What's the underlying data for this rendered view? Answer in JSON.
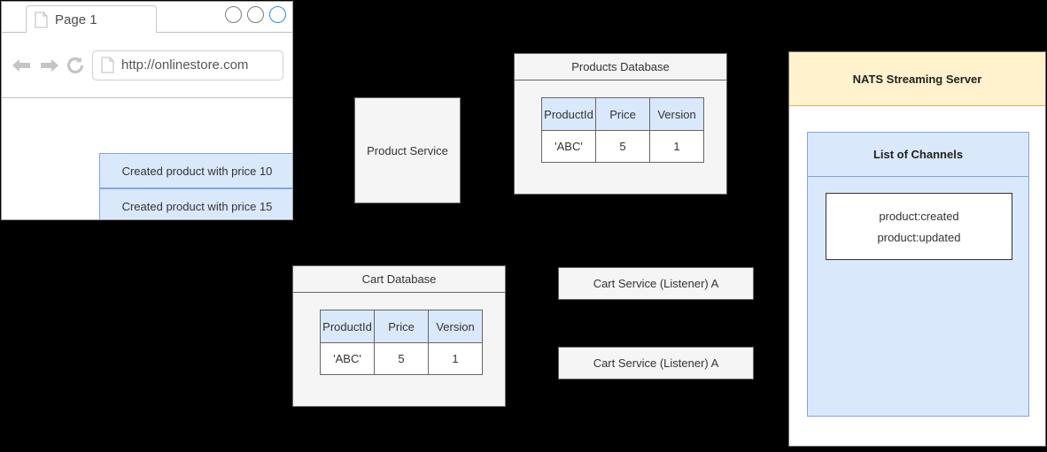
{
  "browser": {
    "tab": {
      "label": "Page 1",
      "icon": "document-icon"
    },
    "window_controls": [
      {
        "name": "minimize-circle"
      },
      {
        "name": "maximize-circle"
      },
      {
        "name": "close-circle"
      }
    ],
    "toolbar": {
      "back_icon": "back-arrow-icon",
      "forward_icon": "forward-arrow-icon",
      "reload_icon": "reload-icon",
      "url_icon": "document-icon",
      "url": "http://onlinestore.com"
    },
    "notifications": [
      "Created product with price 10",
      "Created product with price 15"
    ]
  },
  "services": {
    "product_service": "Product Service",
    "cart_listener_a": "Cart Service (Listener) A",
    "cart_listener_b": "Cart Service (Listener) A"
  },
  "products_db": {
    "title": "Products Database",
    "columns": [
      "ProductId",
      "Price",
      "Version"
    ],
    "rows": [
      {
        "product_id": "'ABC'",
        "price": "5",
        "version": "1",
        "price_changed": false,
        "version_changed": false
      }
    ]
  },
  "cart_db": {
    "title": "Cart Database",
    "columns": [
      "ProductId",
      "Price",
      "Version"
    ],
    "rows": [
      {
        "product_id": "'ABC'",
        "price": "5",
        "version": "1",
        "price_changed": true,
        "version_changed": true
      }
    ]
  },
  "nats": {
    "title": "NATS Streaming Server",
    "channels_title": "List of Channels",
    "channels": [
      "product:created",
      "product:updated"
    ]
  },
  "colors": {
    "accent_blue": "#7ea6e0",
    "fill_blue": "#dae8fc",
    "nats_yellow": "#fff2cc",
    "nats_yellow_border": "#d6b656",
    "box_gray": "#f5f5f5",
    "box_border": "#666666",
    "changed_red": "#ff6666",
    "background": "#000000",
    "window_accent": "#1e90ff"
  }
}
